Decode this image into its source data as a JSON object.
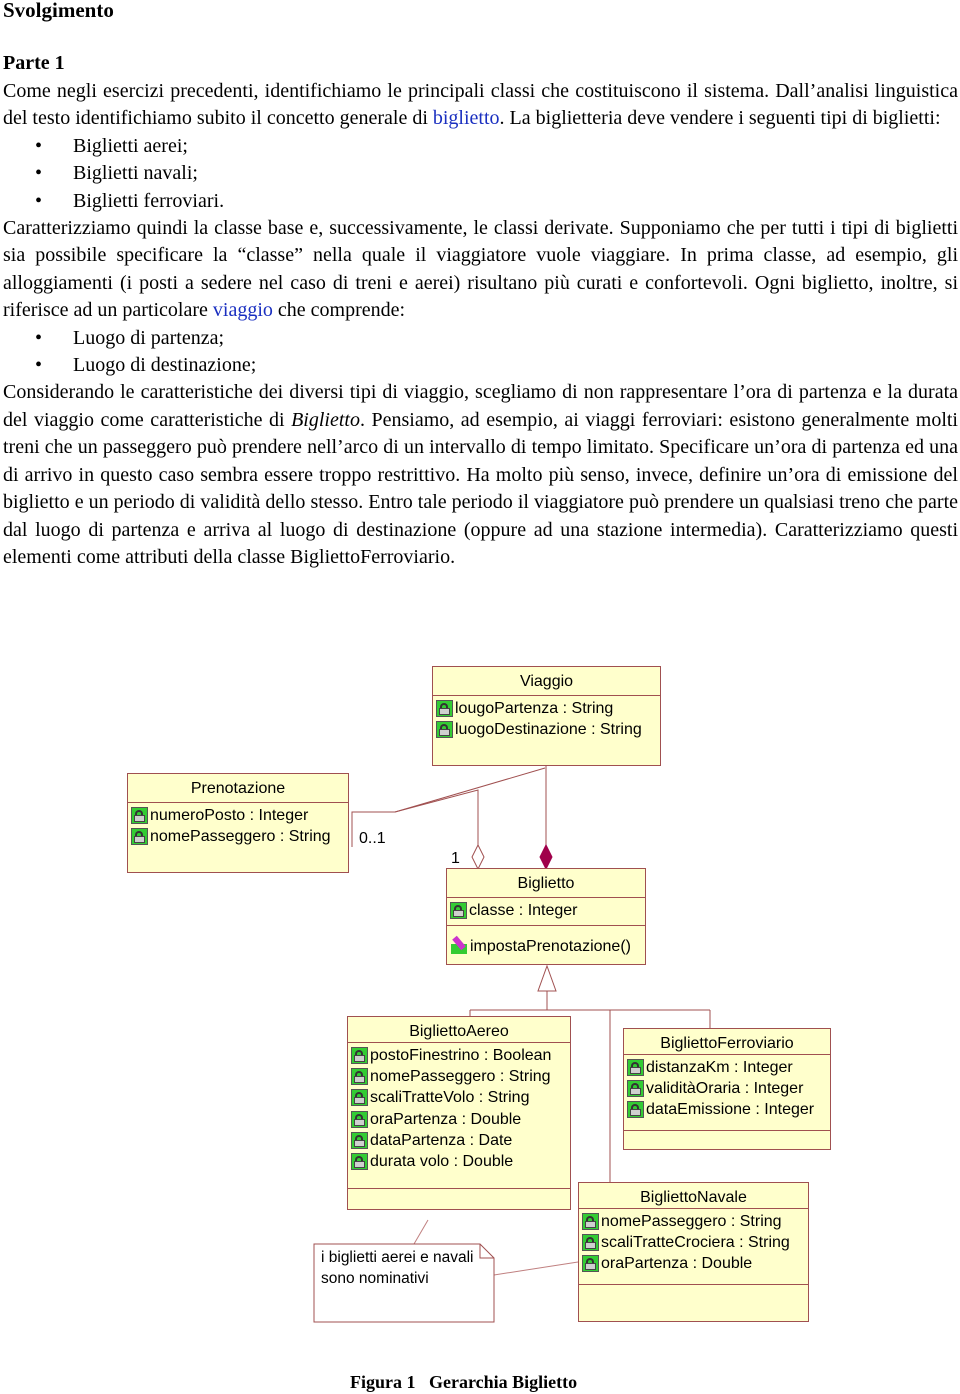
{
  "heading": "Svolgimento",
  "part_title": "Parte 1",
  "paragraphs": {
    "p1_a": "Come negli esercizi precedenti, identifichiamo le principali classi che costituiscono il sistema. Dall’analisi linguistica del testo identifichiamo subito il concetto generale di ",
    "p1_link": "biglietto",
    "p1_b": ". La biglietteria deve vendere i seguenti tipi di biglietti:",
    "list1": [
      "Biglietti aerei;",
      "Biglietti navali;",
      "Biglietti ferroviari."
    ],
    "p2_a": "Caratterizziamo quindi la classe base e, successivamente, le classi derivate. Supponiamo che per tutti i tipi di biglietti sia possibile specificare la “classe” nella quale il viaggiatore vuole viaggiare. In prima classe, ad esempio, gli alloggiamenti (i posti a sedere nel caso di treni e aerei) risultano più curati e confortevoli. Ogni biglietto, inoltre, si riferisce ad un particolare ",
    "p2_link": "viaggio",
    "p2_b": " che comprende:",
    "list2": [
      "Luogo di partenza;",
      "Luogo di destinazione;"
    ],
    "p3_a": "Considerando le caratteristiche dei diversi tipi di viaggio, scegliamo di non rappresentare l’ora di partenza e la durata del viaggio come caratteristiche di ",
    "p3_it": "Biglietto",
    "p3_b": ". Pensiamo, ad esempio, ai viaggi ferroviari: esistono generalmente molti treni che un passeggero può prendere nell’arco di un intervallo di tempo limitato. Specificare un’ora di partenza ed una di arrivo in questo caso sembra essere troppo restrittivo. Ha molto più senso, invece, definire un’ora di emissione del biglietto e un periodo di validità dello stesso. Entro tale periodo il viaggiatore può prendere un qualsiasi treno che parte dal luogo di partenza e arriva al luogo di destinazione (oppure ad una stazione intermedia). Caratterizziamo questi elementi come attributi della classe ",
    "p3_it2": "BigliettoFerroviario",
    "p3_c": "."
  },
  "diagram": {
    "classes": {
      "viaggio": {
        "name": "Viaggio",
        "attrs": [
          "lougoPartenza : String",
          "luogoDestinazione : String"
        ]
      },
      "prenotazione": {
        "name": "Prenotazione",
        "attrs": [
          "numeroPosto : Integer",
          "nomePasseggero : String"
        ]
      },
      "biglietto": {
        "name": "Biglietto",
        "attrs": [
          "classe : Integer"
        ],
        "ops": [
          "impostaPrenotazione()"
        ]
      },
      "aereo": {
        "name": "BigliettoAereo",
        "attrs": [
          "postoFinestrino : Boolean",
          "nomePasseggero : String",
          "scaliTratteVolo : String",
          "oraPartenza : Double",
          "dataPartenza : Date",
          "durata volo : Double"
        ]
      },
      "ferroviario": {
        "name": "BigliettoFerroviario",
        "attrs": [
          "distanzaKm : Integer",
          "validitàOraria : Integer",
          "dataEmissione : Integer"
        ]
      },
      "navale": {
        "name": "BigliettoNavale",
        "attrs": [
          "nomePasseggero : String",
          "scaliTratteCrociera : String",
          "oraPartenza : Double"
        ]
      }
    },
    "multiplicity_prenotazione": "0..1",
    "multiplicity_biglietto": "1",
    "note": "i biglietti aerei e navali sono nominativi"
  },
  "caption": "Figura 1   Gerarchia Biglietto"
}
